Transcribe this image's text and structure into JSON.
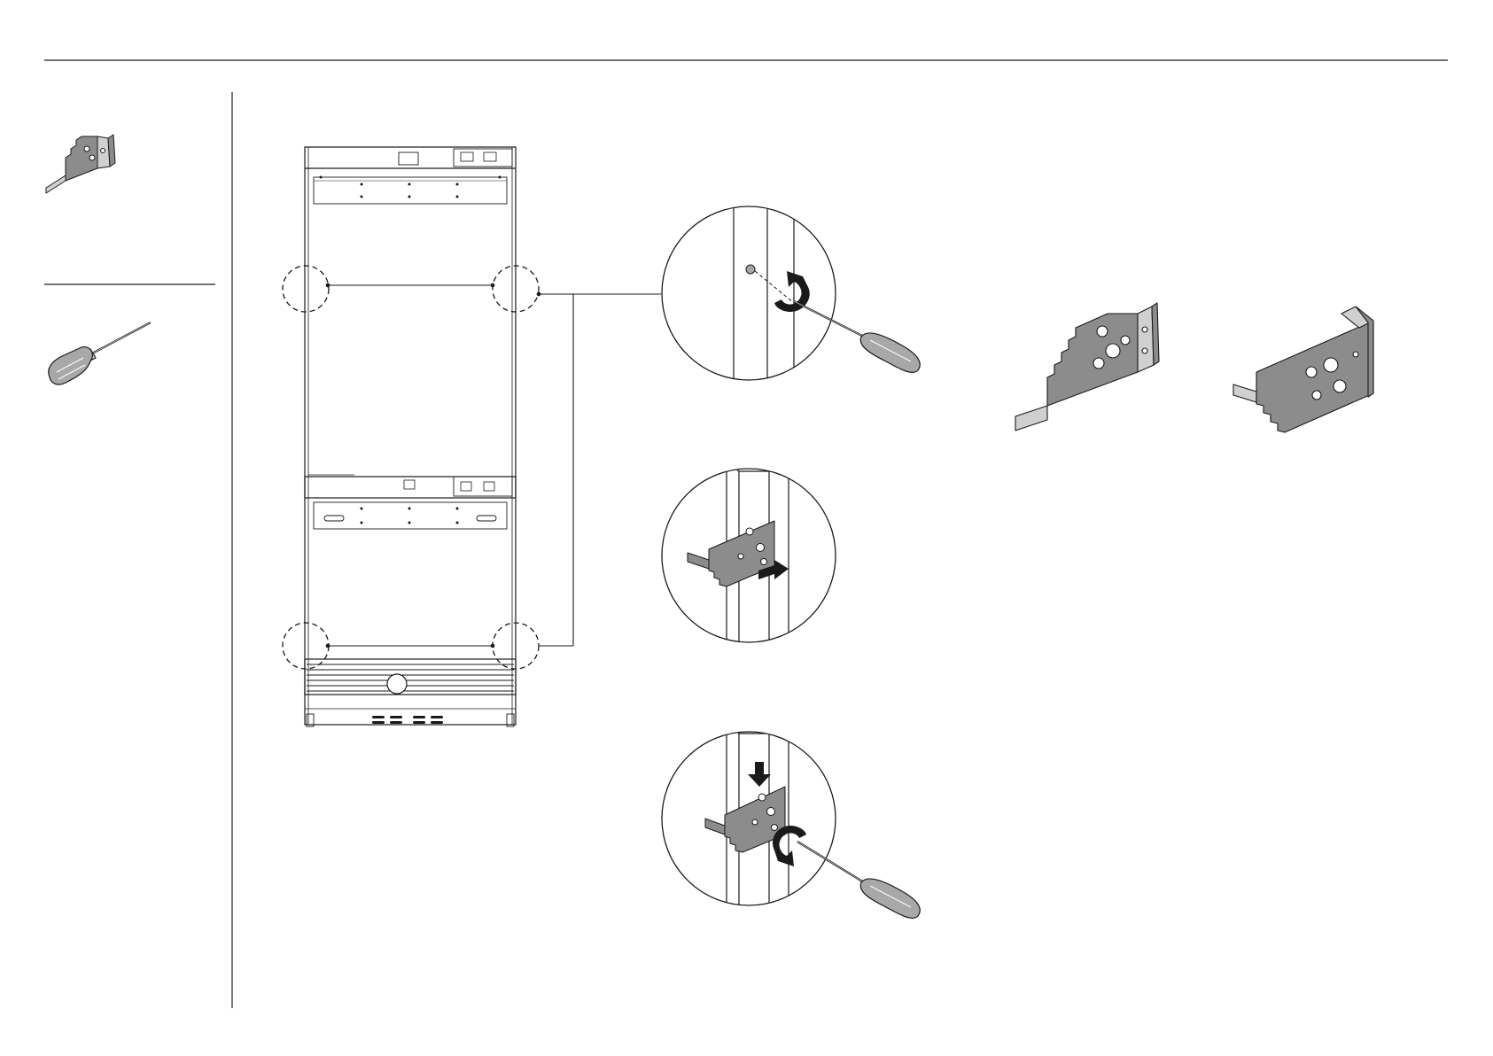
{
  "page": {
    "background": "#ffffff",
    "line_color": "#1a1a1a",
    "part_fill": "#8c8c8c",
    "part_light": "#d0d0d0",
    "tool_handle": "#a8a8a8"
  },
  "sidebar": {
    "items": [
      {
        "icon": "bracket-icon"
      },
      {
        "icon": "screwdriver-icon"
      }
    ]
  },
  "main": {
    "unit": {
      "icon": "refrigerator-front-icon",
      "callout_count": 4
    },
    "details": [
      {
        "icon": "remove-screw-detail",
        "arrow": "rotate-counterclockwise"
      },
      {
        "icon": "insert-bracket-detail",
        "arrow": "push-right"
      },
      {
        "icon": "fix-bracket-detail",
        "arrow": "push-down-rotate-clockwise"
      }
    ],
    "brackets": [
      {
        "icon": "left-bracket-icon"
      },
      {
        "icon": "right-bracket-icon"
      }
    ]
  }
}
